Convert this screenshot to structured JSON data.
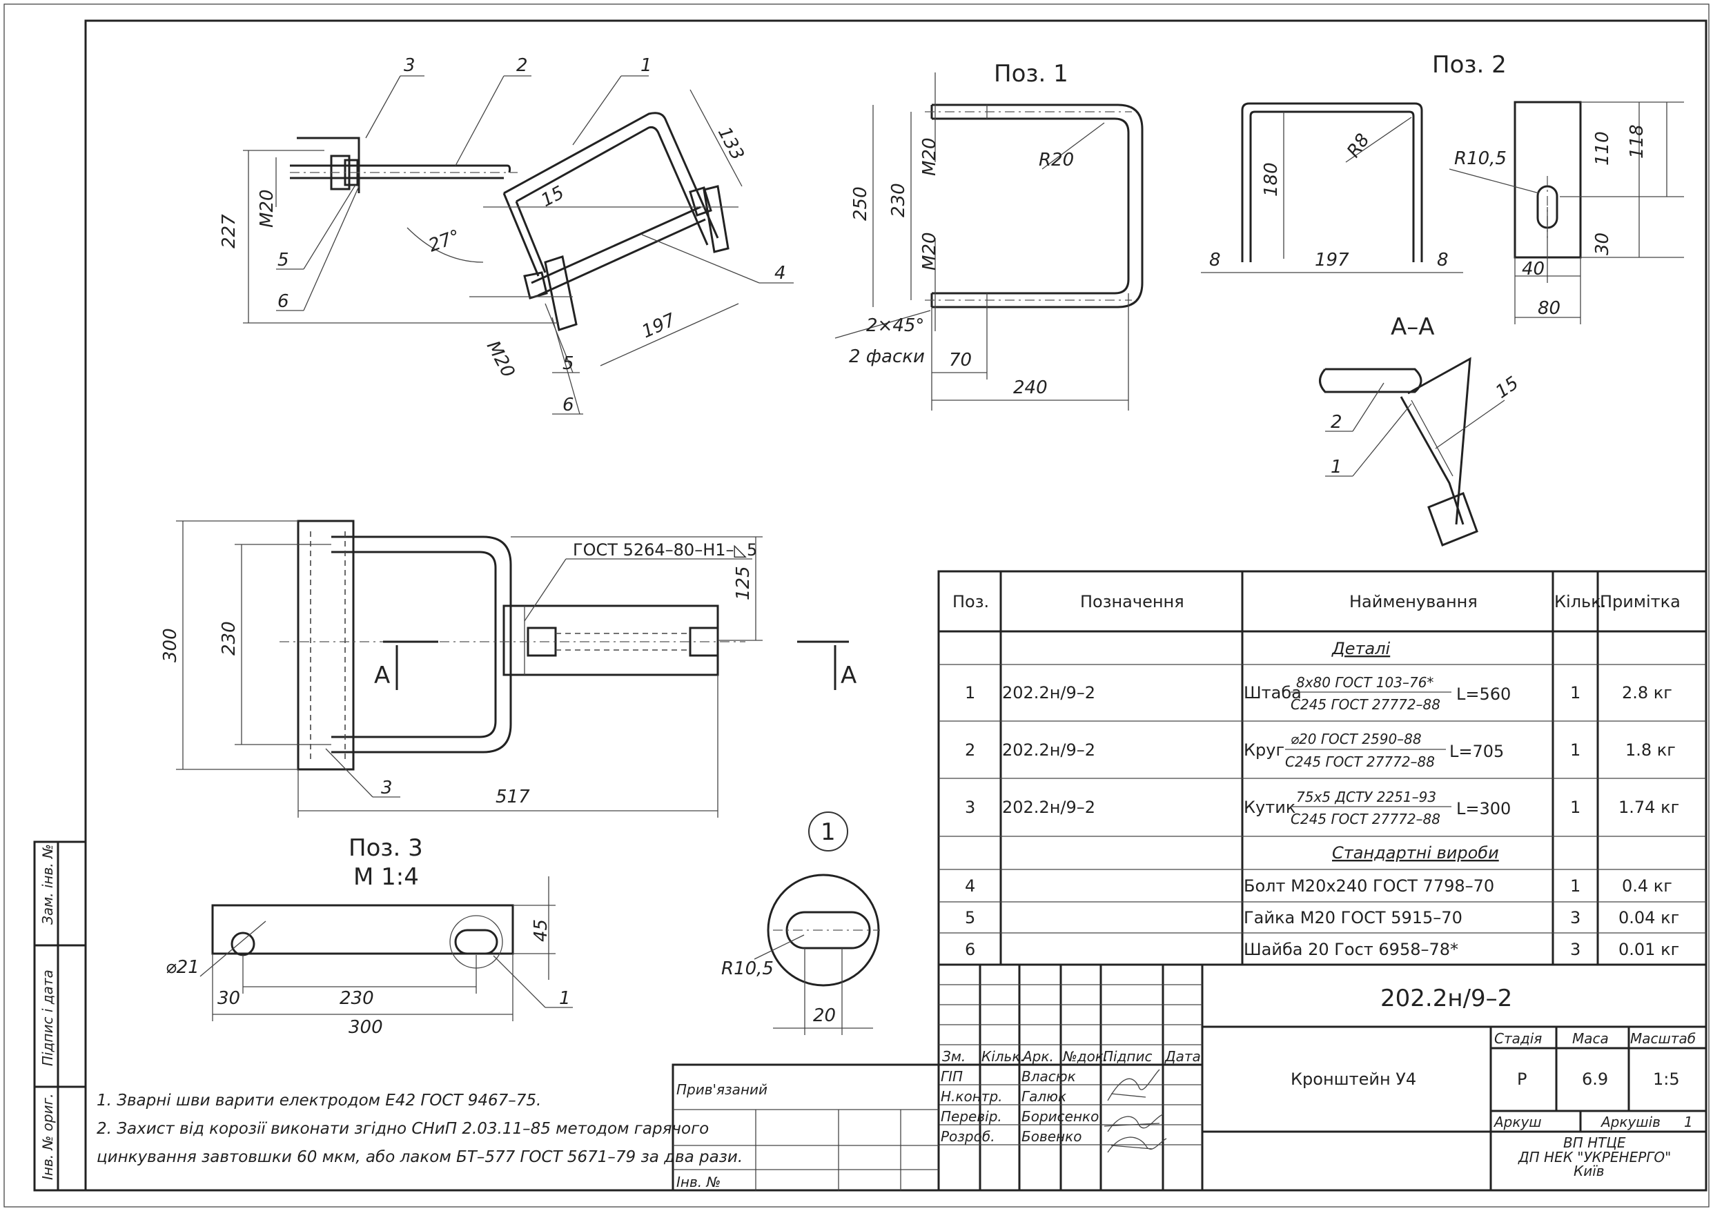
{
  "views": {
    "poz1_title": "Поз. 1",
    "poz2_title": "Поз. 2",
    "poz3_title": "Поз. 3",
    "poz3_scale": "М 1:4",
    "section_title": "А–А",
    "detail_mark": "1"
  },
  "iso_view": {
    "callouts": [
      "1",
      "2",
      "3",
      "4",
      "5",
      "6",
      "5",
      "6"
    ],
    "dims": [
      "227",
      "М20",
      "133",
      "15",
      "27°",
      "197",
      "М20"
    ]
  },
  "poz1": {
    "dims": [
      "250",
      "230",
      "М20",
      "М20",
      "R20",
      "70",
      "240",
      "2×45°",
      "2 фаски"
    ]
  },
  "poz2": {
    "dims": [
      "180",
      "R8",
      "197",
      "8",
      "8",
      "R10,5",
      "110",
      "118",
      "30",
      "40",
      "80"
    ]
  },
  "section": {
    "callouts": [
      "2",
      "1"
    ],
    "dims": [
      "15"
    ]
  },
  "plan_view": {
    "weld_note": "ГОСТ 5264–80–Н1–◺5",
    "dims": [
      "300",
      "230",
      "125",
      "517"
    ],
    "callouts": [
      "3"
    ],
    "cut_marks": [
      "А",
      "А"
    ]
  },
  "poz3": {
    "dims": [
      "45",
      "⌀21",
      "30",
      "230",
      "300"
    ],
    "callouts": [
      "1"
    ]
  },
  "detail1": {
    "dims": [
      "R10,5",
      "20"
    ]
  },
  "notes": [
    "1. Зварні шви варити електродом Е42 ГОСТ 9467–75.",
    "2. Захист від корозії виконати згідно СНиП 2.03.11–85 методом гарячого",
    "цинкування завтовшки 60 мкм, або лаком БТ–577 ГОСТ 5671–79 за два рази."
  ],
  "side_stamp": [
    "Інв. № ориг.",
    "Підпис і дата",
    "Зам. інв. №"
  ],
  "spec_table": {
    "headers": [
      "Поз.",
      "Позначення",
      "Найменування",
      "Кільк.",
      "Примітка"
    ],
    "section_details": "Деталі",
    "section_standard": "Стандартні вироби",
    "rows": [
      {
        "pos": "1",
        "code": "202.2н/9–2",
        "name_main": "Штаба",
        "name_top": "8x80 ГОСТ 103–76*",
        "name_bottom": "С245 ГОСТ 27772–88",
        "name_len": "L=560",
        "qty": "1",
        "note": "2.8 кг"
      },
      {
        "pos": "2",
        "code": "202.2н/9–2",
        "name_main": "Круг",
        "name_top": "⌀20 ГОСТ 2590–88",
        "name_bottom": "С245 ГОСТ 27772–88",
        "name_len": "L=705",
        "qty": "1",
        "note": "1.8 кг"
      },
      {
        "pos": "3",
        "code": "202.2н/9–2",
        "name_main": "Кутик",
        "name_top": "75х5 ДСТУ 2251–93",
        "name_bottom": "С245 ГОСТ 27772–88",
        "name_len": "L=300",
        "qty": "1",
        "note": "1.74 кг"
      },
      {
        "pos": "4",
        "code": "",
        "name": "Болт М20х240 ГОСТ 7798–70",
        "qty": "1",
        "note": "0.4 кг"
      },
      {
        "pos": "5",
        "code": "",
        "name": "Гайка М20 ГОСТ 5915–70",
        "qty": "3",
        "note": "0.04 кг"
      },
      {
        "pos": "6",
        "code": "",
        "name": "Шайба 20 Гост 6958–78*",
        "qty": "3",
        "note": "0.01 кг"
      }
    ]
  },
  "title_block": {
    "doc_code": "202.2н/9–2",
    "product": "Кронштейн У4",
    "stage_h": "Стадія",
    "mass_h": "Маса",
    "scale_h": "Масштаб",
    "stage": "Р",
    "mass": "6.9",
    "scale": "1:5",
    "sheet_label": "Аркуш",
    "sheets_label": "Аркушів",
    "sheets": "1",
    "org1": "ВП НТЦЕ",
    "org2": "ДП НЕК \"УКРЕНЕРГО\"",
    "org3": "Київ",
    "col_headers": [
      "Зм.",
      "Кільк.",
      "Арк.",
      "№док.",
      "Підпис",
      "Дата"
    ],
    "roles": [
      {
        "role": "ГІП",
        "name": "Власюк"
      },
      {
        "role": "Н.контр.",
        "name": "Галюк"
      },
      {
        "role": "Перевір.",
        "name": "Борисенко"
      },
      {
        "role": "Розроб.",
        "name": "Бовенко"
      }
    ],
    "privyazaniy": "Прив'язаний",
    "inv_no": "Інв. №"
  }
}
